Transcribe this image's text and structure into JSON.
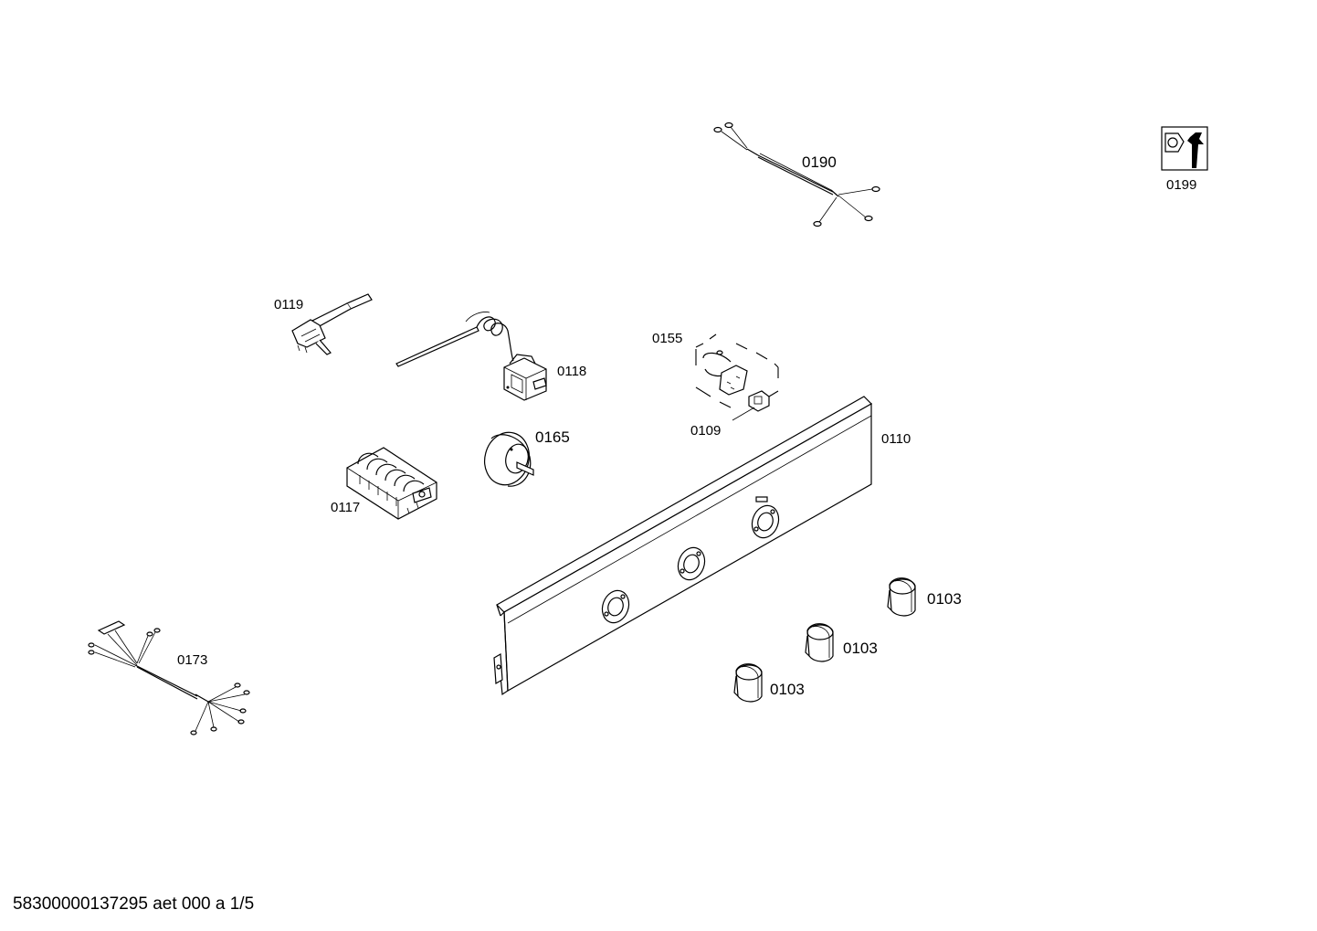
{
  "parts": [
    {
      "id": "p0190",
      "label": "0190"
    },
    {
      "id": "p0199",
      "label": "0199"
    },
    {
      "id": "p0119",
      "label": "0119"
    },
    {
      "id": "p0118",
      "label": "0118"
    },
    {
      "id": "p0155",
      "label": "0155"
    },
    {
      "id": "p0109",
      "label": "0109"
    },
    {
      "id": "p0110",
      "label": "0110"
    },
    {
      "id": "p0165",
      "label": "0165"
    },
    {
      "id": "p0117",
      "label": "0117"
    },
    {
      "id": "p0173",
      "label": "0173"
    },
    {
      "id": "p0103a",
      "label": "0103"
    },
    {
      "id": "p0103b",
      "label": "0103"
    },
    {
      "id": "p0103c",
      "label": "0103"
    }
  ],
  "footer": {
    "text": "58300000137295 aet 000 a 1/5"
  },
  "icons": {
    "service": "service-tools-icon"
  }
}
